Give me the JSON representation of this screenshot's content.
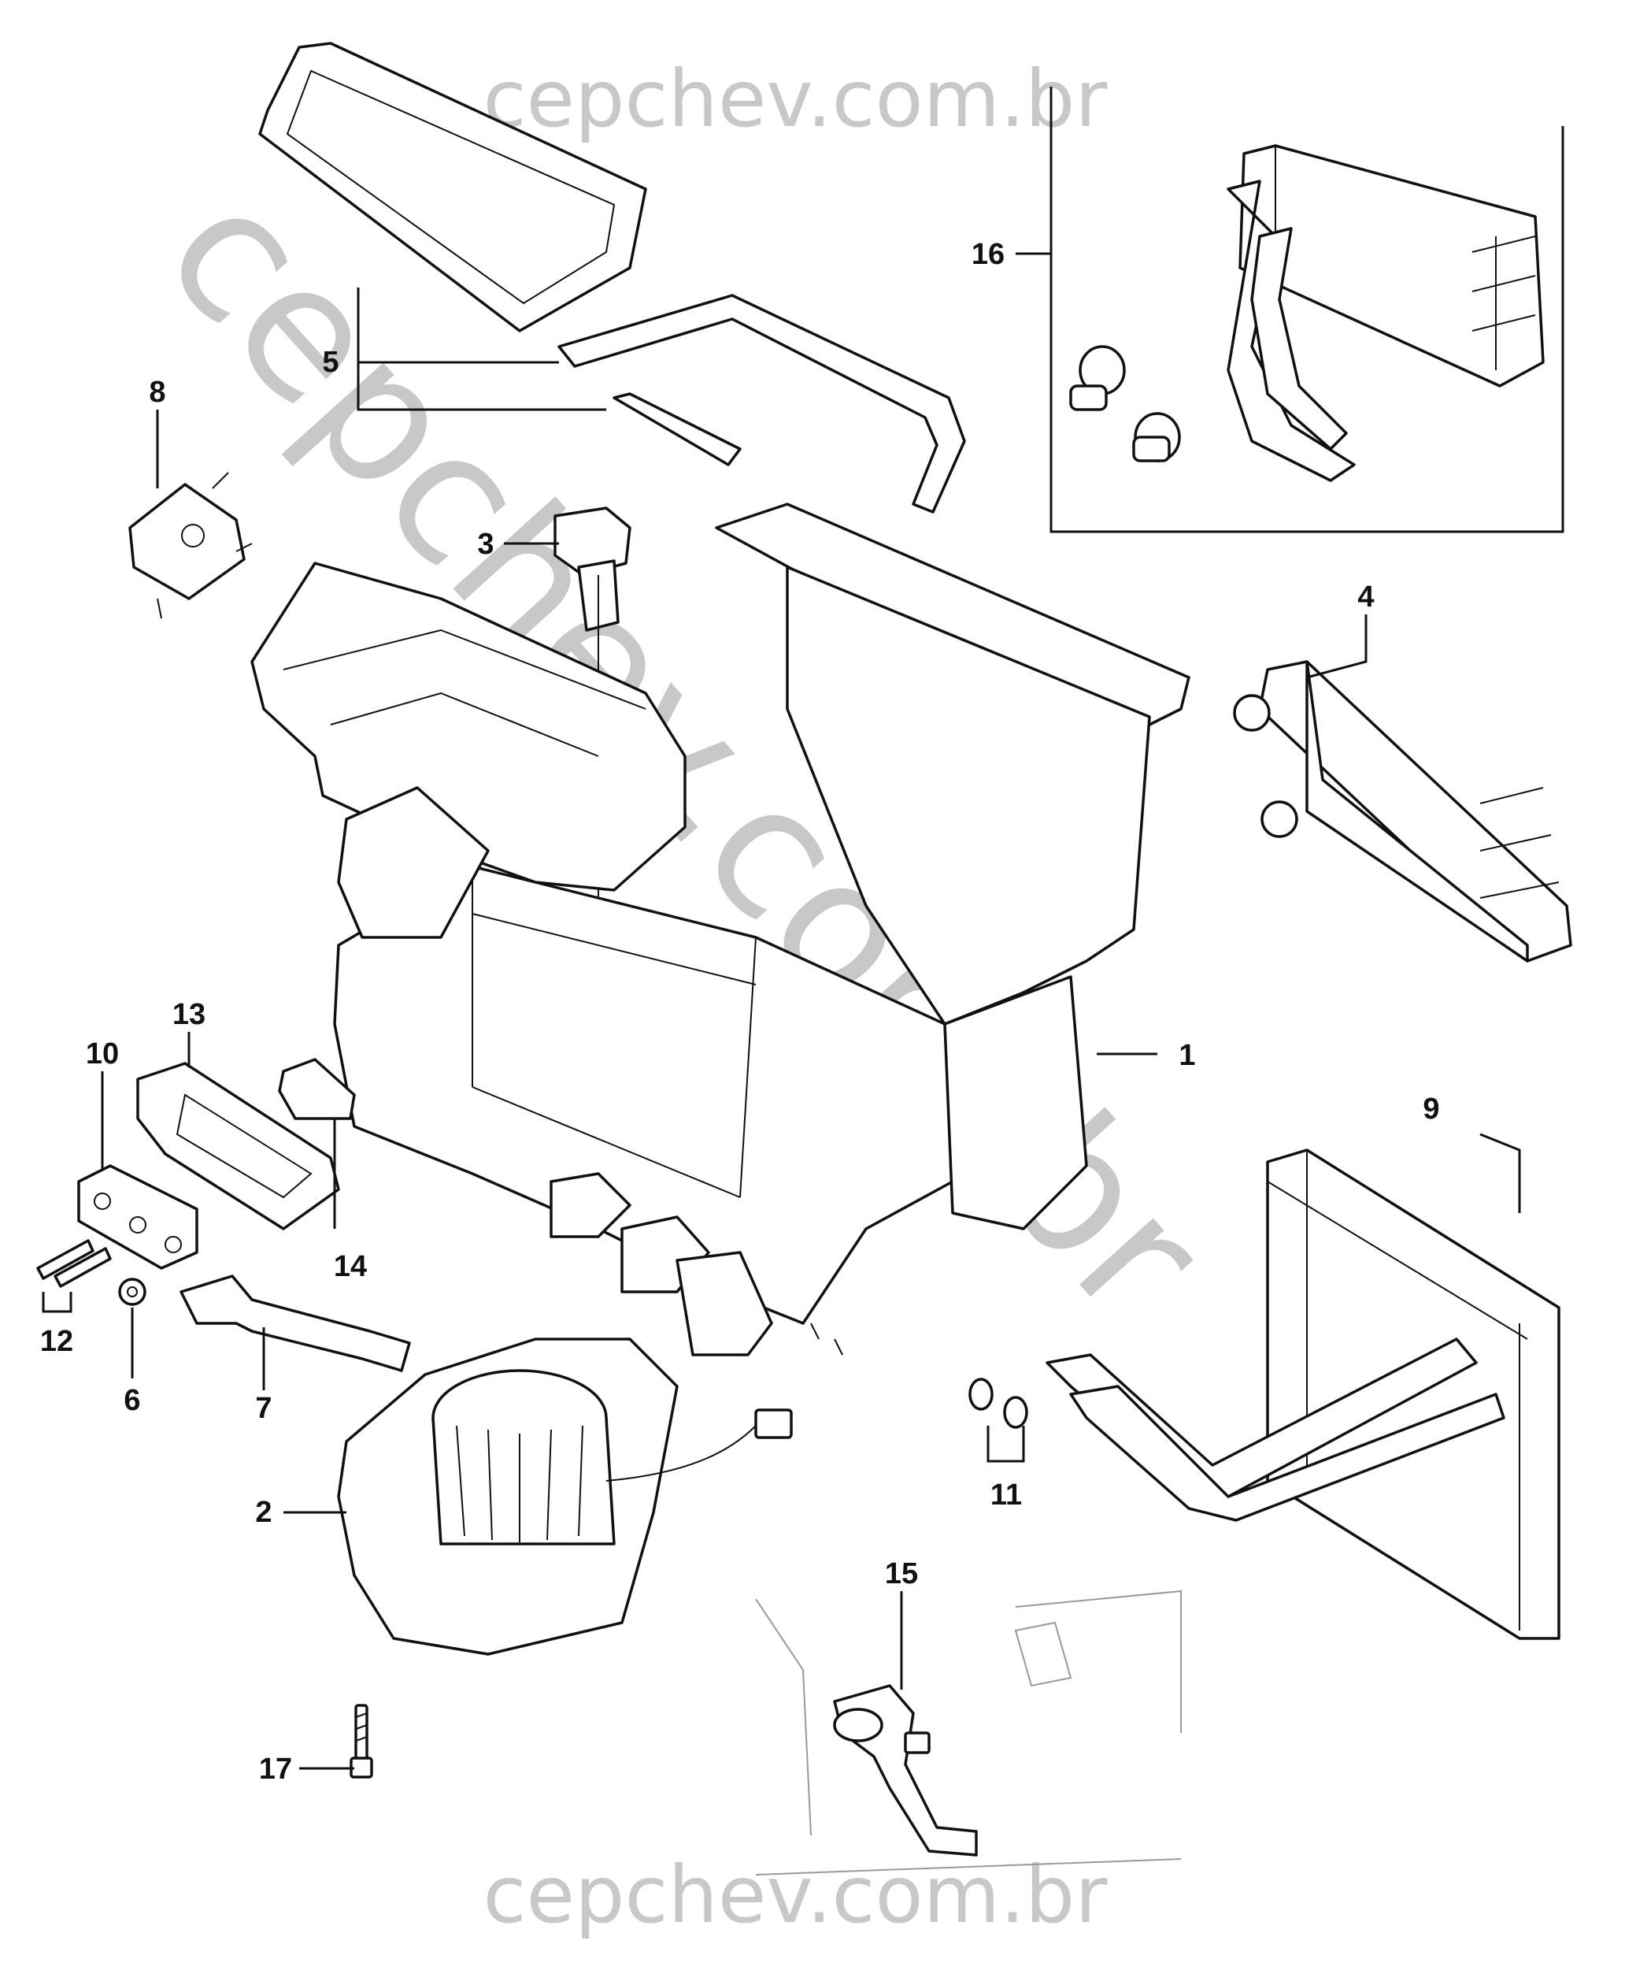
{
  "watermarks": {
    "top": "cepchev.com.br",
    "diagonal": "cepchev.com.br",
    "bottom": "cepchev.com.br"
  },
  "callouts": [
    {
      "id": "callout-1",
      "label": "1"
    },
    {
      "id": "callout-2",
      "label": "2"
    },
    {
      "id": "callout-3",
      "label": "3"
    },
    {
      "id": "callout-4",
      "label": "4"
    },
    {
      "id": "callout-5",
      "label": "5"
    },
    {
      "id": "callout-6",
      "label": "6"
    },
    {
      "id": "callout-7",
      "label": "7"
    },
    {
      "id": "callout-8",
      "label": "8"
    },
    {
      "id": "callout-9",
      "label": "9"
    },
    {
      "id": "callout-10",
      "label": "10"
    },
    {
      "id": "callout-11",
      "label": "11"
    },
    {
      "id": "callout-12",
      "label": "12"
    },
    {
      "id": "callout-13",
      "label": "13"
    },
    {
      "id": "callout-14",
      "label": "14"
    },
    {
      "id": "callout-15",
      "label": "15"
    },
    {
      "id": "callout-16",
      "label": "16"
    },
    {
      "id": "callout-17",
      "label": "17"
    }
  ],
  "colors": {
    "ink": "#111111",
    "watermark": "#c8c8c8",
    "background": "#ffffff"
  }
}
